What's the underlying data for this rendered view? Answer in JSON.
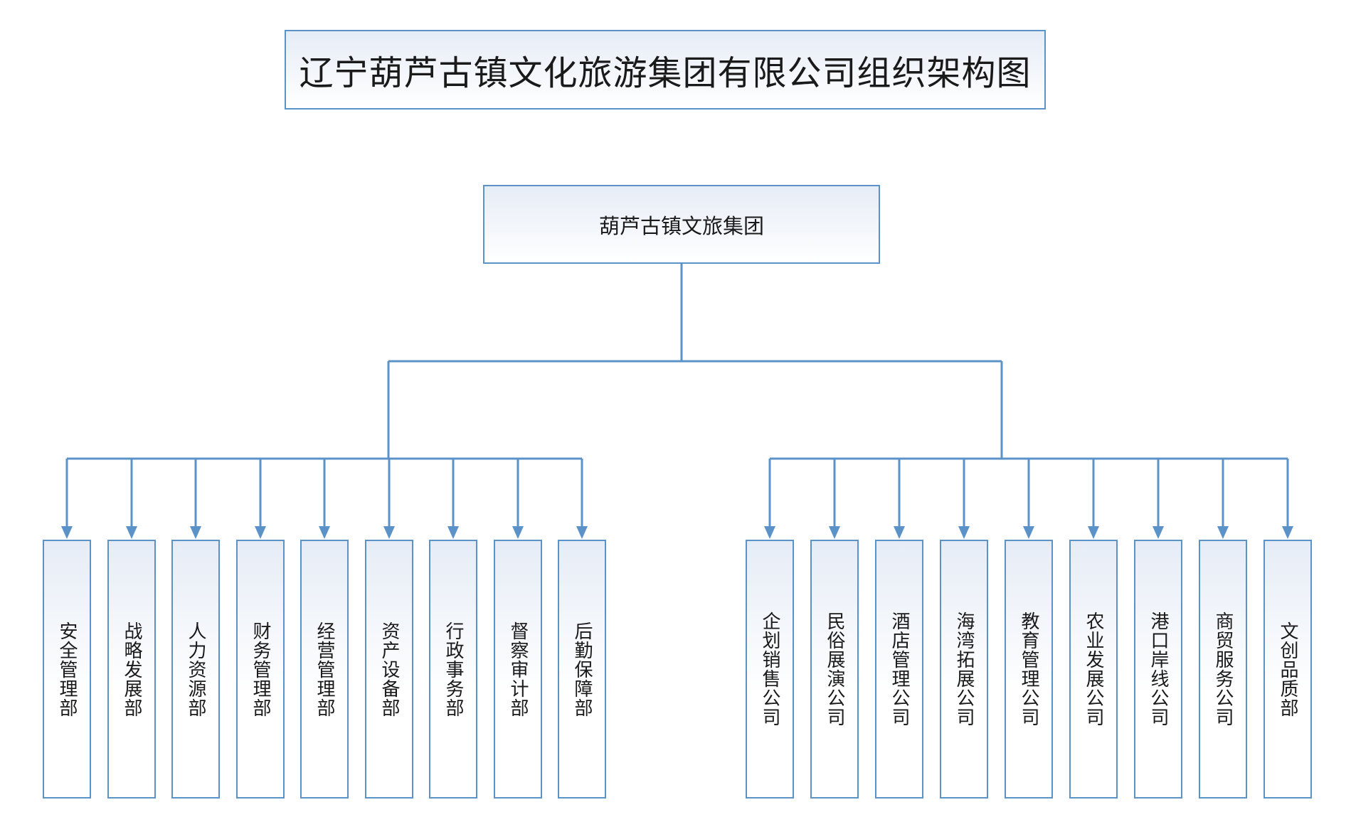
{
  "diagram": {
    "title": "辽宁葫芦古镇文化旅游集团有限公司组织架构图",
    "root": "葫芦古镇文旅集团",
    "line_color": "#5b93c9",
    "left_group": [
      "安全管理部",
      "战略发展部",
      "人力资源部",
      "财务管理部",
      "经营管理部",
      "资产设备部",
      "行政事务部",
      "督察审计部",
      "后勤保障部"
    ],
    "right_group": [
      "企划销售公司",
      "民俗展演公司",
      "酒店管理公司",
      "海湾拓展公司",
      "教育管理公司",
      "农业发展公司",
      "港口岸线公司",
      "商贸服务公司",
      "文创品质部"
    ]
  }
}
